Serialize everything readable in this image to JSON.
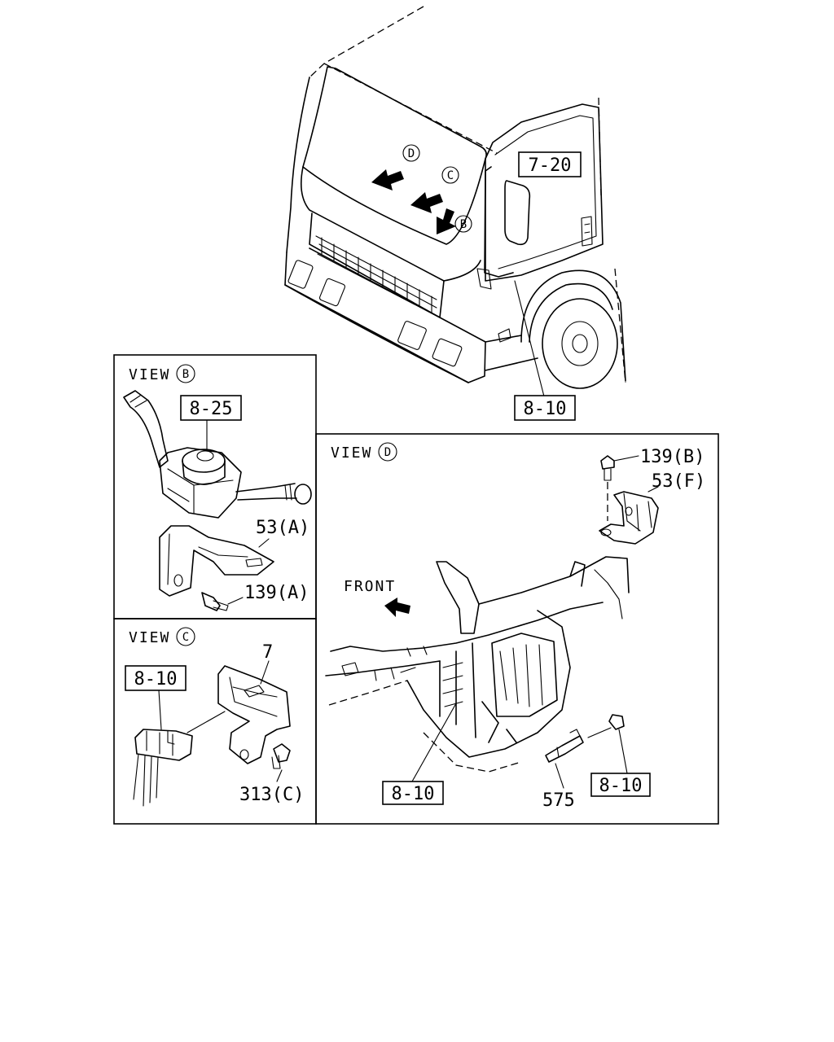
{
  "views": {
    "b": {
      "prefix": "VIEW",
      "letter": "B"
    },
    "c": {
      "prefix": "VIEW",
      "letter": "C"
    },
    "d": {
      "prefix": "VIEW",
      "letter": "D"
    }
  },
  "truck": {
    "view_markers": [
      "D",
      "C",
      "B"
    ]
  },
  "callouts": {
    "ref_7_20": "7-20",
    "ref_8_10_main": "8-10",
    "ref_8_25": "8-25",
    "ref_8_10_c": "8-10",
    "ref_8_10_d_left": "8-10",
    "ref_8_10_d_right": "8-10"
  },
  "parts": {
    "p53a": "53(A)",
    "p139a": "139(A)",
    "p7": "7",
    "p313c": "313(C)",
    "p139b": "139(B)",
    "p53f": "53(F)",
    "p575": "575"
  },
  "labels": {
    "front": "FRONT"
  }
}
